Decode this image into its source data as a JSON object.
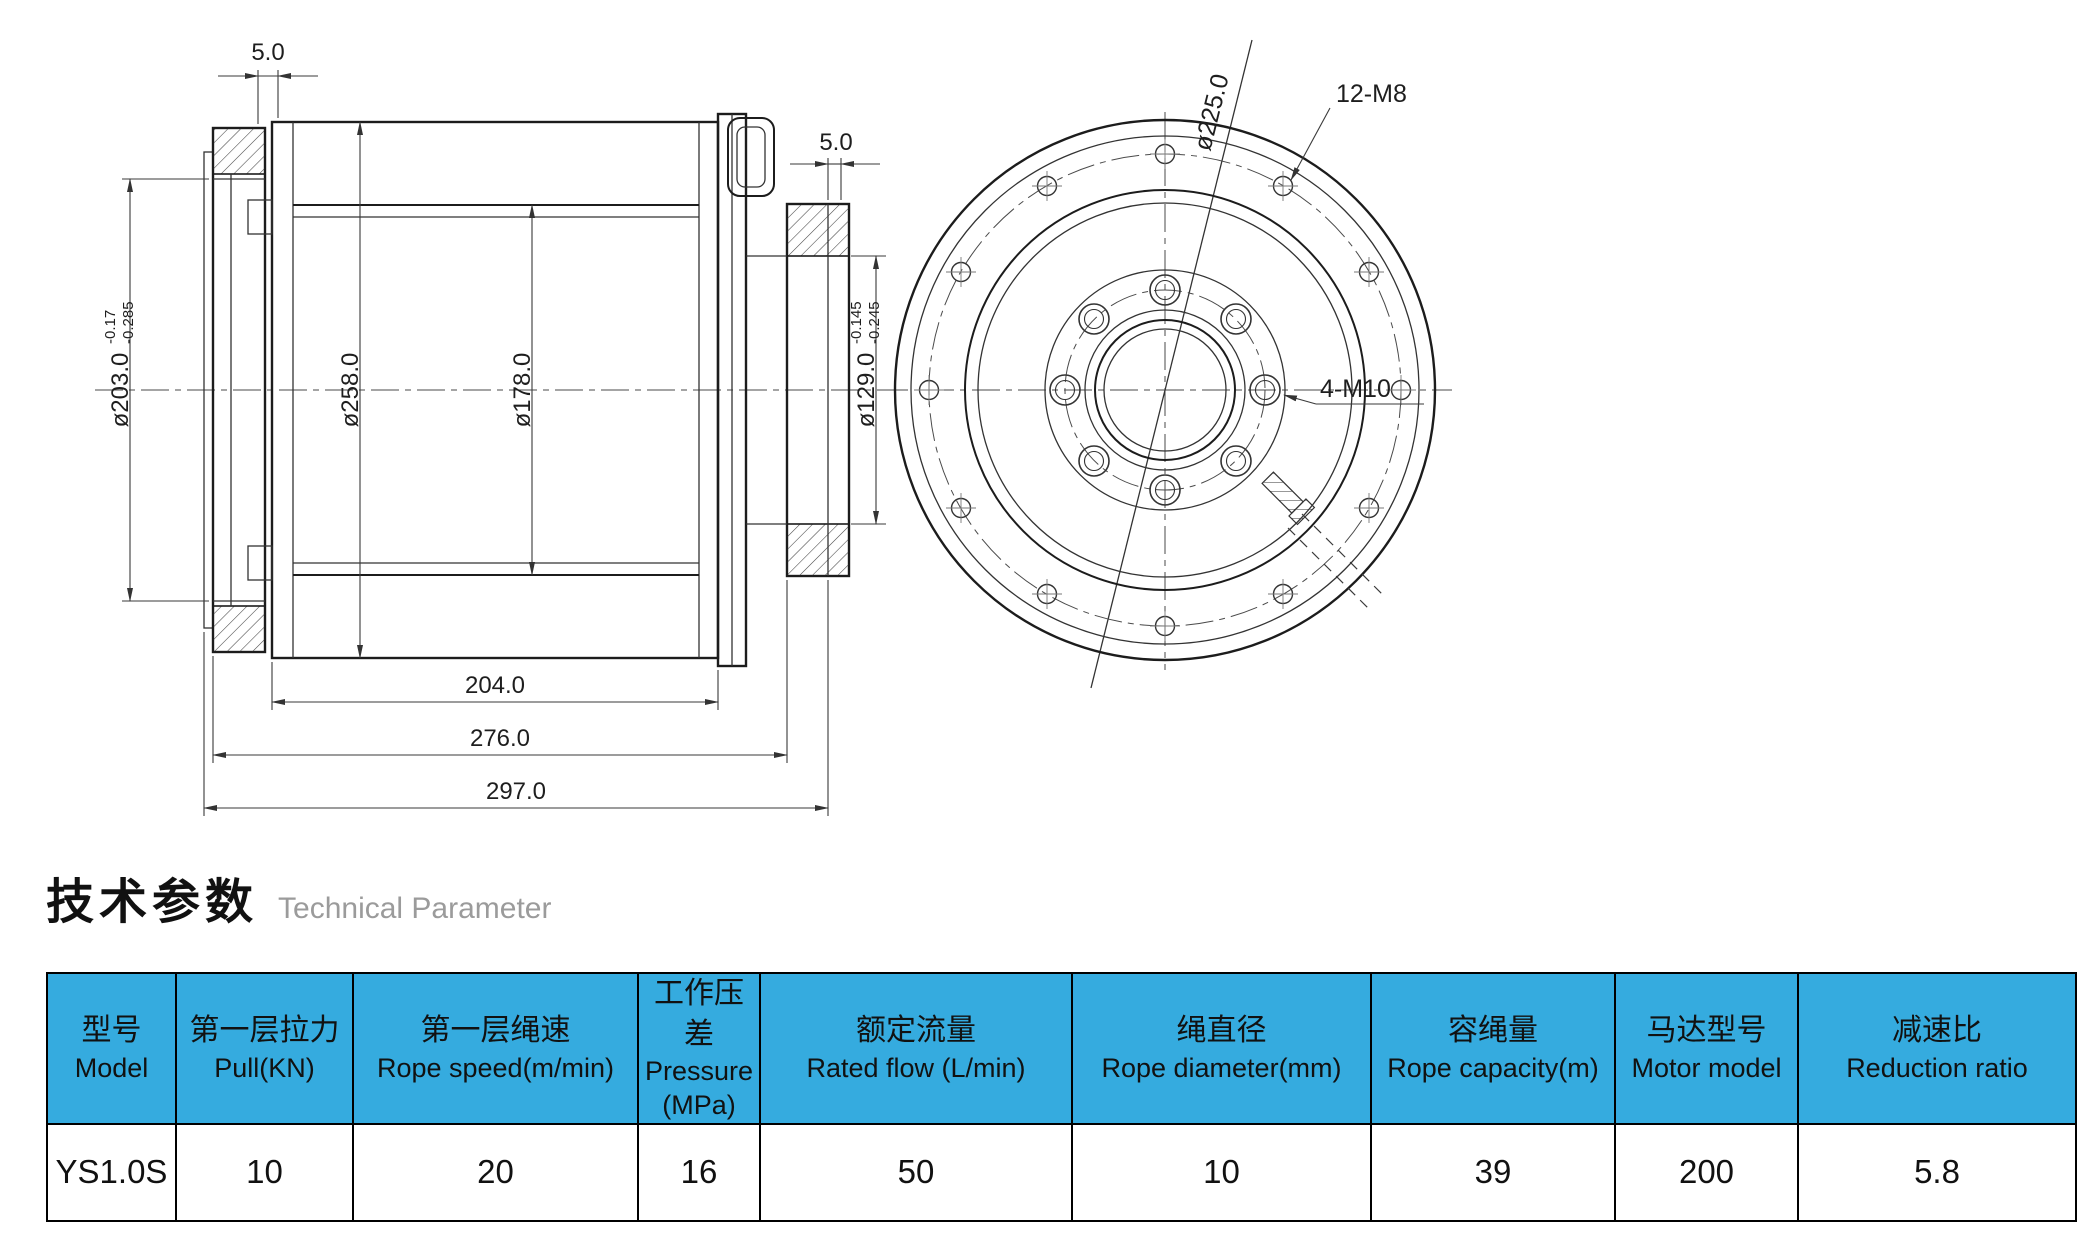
{
  "drawing": {
    "side_view": {
      "dim_5_left": "5.0",
      "dim_5_right": "5.0",
      "dim_203": "ø203.0",
      "dim_203_tol_upper": "-0.17",
      "dim_203_tol_lower": "-0.285",
      "dim_258": "ø258.0",
      "dim_178": "ø178.0",
      "dim_129": "ø129.0",
      "dim_129_tol_upper": "-0.145",
      "dim_129_tol_lower": "-0.245",
      "dim_204": "204.0",
      "dim_276": "276.0",
      "dim_297": "297.0"
    },
    "front_view": {
      "dim_225": "ø225.0",
      "label_bolts_outer": "12-M8",
      "label_bolts_inner": "4-M10"
    }
  },
  "section_title": {
    "zh": "技术参数",
    "en": "Technical Parameter"
  },
  "table": {
    "columns": [
      {
        "zh": "型号",
        "en": "Model"
      },
      {
        "zh": "第一层拉力",
        "en": "Pull(KN)"
      },
      {
        "zh": "第一层绳速",
        "en": "Rope speed(m/min)"
      },
      {
        "zh": "工作压差",
        "en": "Pressure (MPa)"
      },
      {
        "zh": "额定流量",
        "en": "Rated flow (L/min)"
      },
      {
        "zh": "绳直径",
        "en": "Rope diameter(mm)"
      },
      {
        "zh": "容绳量",
        "en": "Rope capacity(m)"
      },
      {
        "zh": "马达型号",
        "en": "Motor model"
      },
      {
        "zh": "减速比",
        "en": "Reduction ratio"
      }
    ],
    "rows": [
      [
        "YS1.0S",
        "10",
        "20",
        "16",
        "50",
        "10",
        "39",
        "200",
        "5.8"
      ]
    ]
  },
  "colors": {
    "table_header_bg": "#35abdf",
    "table_border": "#000000",
    "line_color": "#1c1c1c"
  }
}
